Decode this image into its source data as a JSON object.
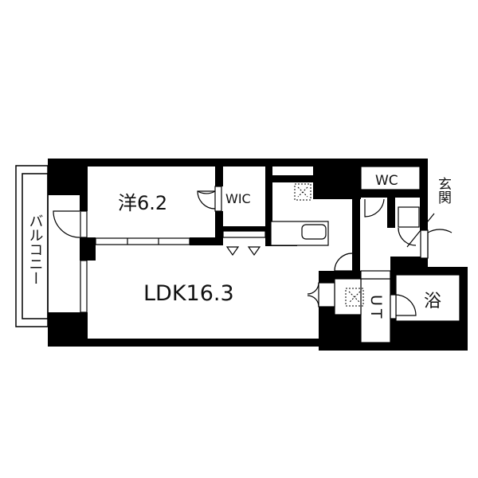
{
  "floor_plan": {
    "rooms": {
      "bedroom": "洋6.2",
      "wic": "WIC",
      "ldk": "LDK16.3",
      "balcony": "バルコニー",
      "wc": "WC",
      "entrance": "玄関",
      "bath": "浴",
      "utility": "UT"
    },
    "colors": {
      "wall": "#000000",
      "background": "#ffffff"
    }
  }
}
